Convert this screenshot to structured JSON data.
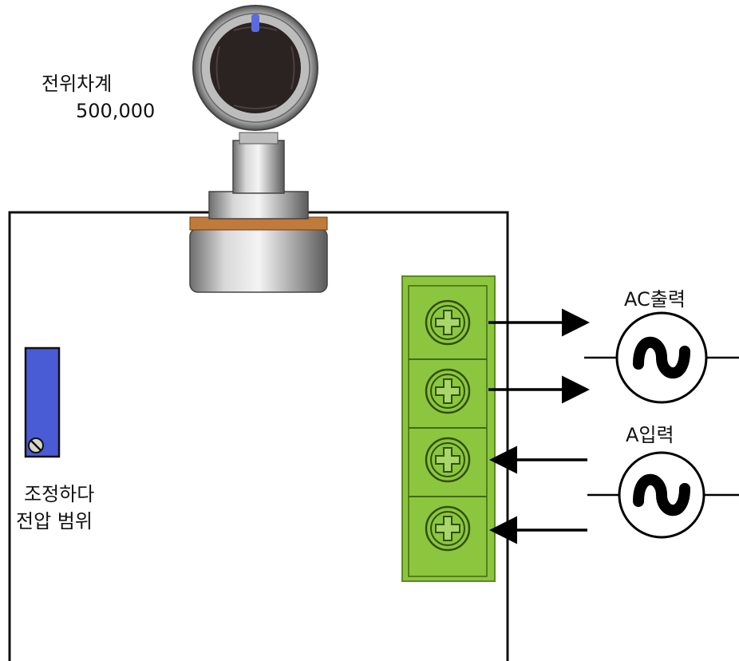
{
  "potentiometer": {
    "name_label": "전위차계",
    "value_label": "500,000"
  },
  "trimmer": {
    "line1": "조정하다",
    "line2": "전압 범위"
  },
  "ac_output": {
    "label": "AC출력"
  },
  "ac_input": {
    "label": "A입력"
  },
  "colors": {
    "terminal_block": "#8cc63f",
    "terminal_dark": "#5a8a1e",
    "trimmer_body": "#4a5bd6",
    "knob_indicator": "#5a6be0",
    "knob_face": "#2b2222",
    "brass_ring": "#c07a3a"
  }
}
